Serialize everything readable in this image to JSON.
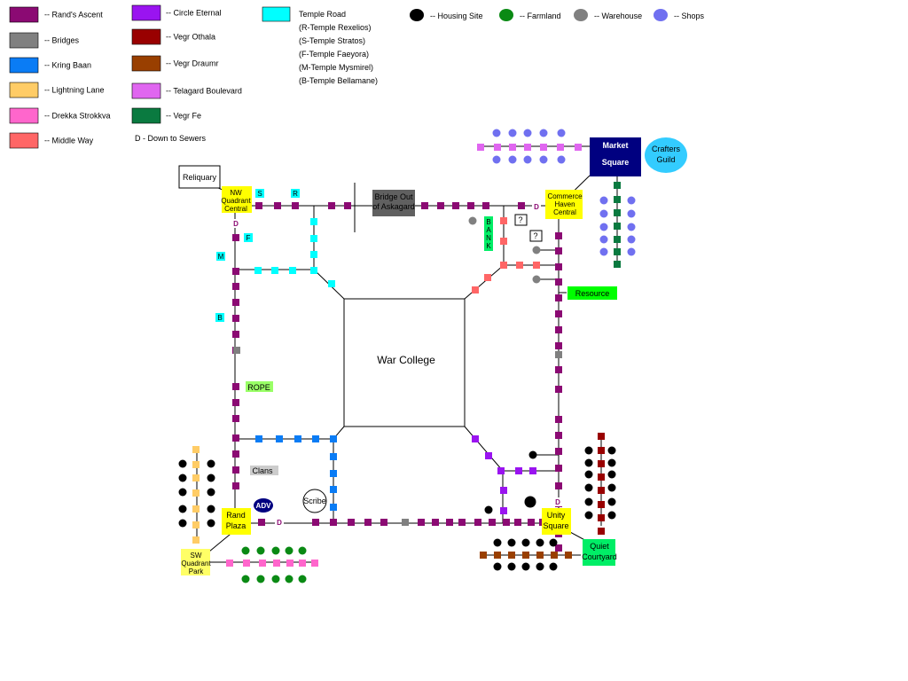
{
  "legend": {
    "roads": [
      {
        "label": "-- Rand's Ascent",
        "color": "#8b0a73"
      },
      {
        "label": "-- Bridges",
        "color": "#808080"
      },
      {
        "label": "-- Kring Baan",
        "color": "#0a7cf5"
      },
      {
        "label": "-- Lightning Lane",
        "color": "#ffcc66"
      },
      {
        "label": "-- Drekka Strokkva",
        "color": "#ff66cc"
      },
      {
        "label": "-- Middle Way",
        "color": "#ff6666"
      },
      {
        "label": "-- Circle Eternal",
        "color": "#9a14f0"
      },
      {
        "label": "-- Vegr Othala",
        "color": "#990000"
      },
      {
        "label": "-- Vegr Draumr",
        "color": "#993f00"
      },
      {
        "label": "-- Telagard Boulevard",
        "color": "#e066f0"
      },
      {
        "label": "-- Vegr Fe",
        "color": "#0a7a40"
      }
    ],
    "sewers_note": "D - Down to Sewers",
    "temple": {
      "label": "Temple Road",
      "color": "#00ffff",
      "lines": [
        "(R-Temple Rexelios)",
        "(S-Temple Stratos)",
        "(F-Temple Faeyora)",
        "(M-Temple Mysmirel)",
        "(B-Temple Bellamane)"
      ]
    },
    "sites": [
      {
        "label": "-- Housing Site",
        "color": "#000000"
      },
      {
        "label": "-- Farmland",
        "color": "#0a8a14"
      },
      {
        "label": "-- Warehouse",
        "color": "#808080"
      },
      {
        "label": "-- Shops",
        "color": "#7070f0"
      }
    ]
  },
  "places": {
    "war_college": "War College",
    "market_square": [
      "Market",
      "Square"
    ],
    "crafters_guild": [
      "Crafters",
      "Guild"
    ],
    "reliquary": "Reliquary",
    "nw_quadrant": [
      "NW",
      "Quadrant",
      "Central"
    ],
    "bridge_out": [
      "Bridge Out",
      "of Askagard"
    ],
    "commerce_haven": [
      "Commerce",
      "Haven",
      "Central"
    ],
    "resource": "Resource",
    "bank": [
      "B",
      "A",
      "N",
      "K"
    ],
    "rope": "ROPE",
    "clans": "Clans",
    "scribe": "Scribe",
    "adv": "ADV",
    "rand_plaza": [
      "Rand",
      "Plaza"
    ],
    "sw_quadrant": [
      "SW",
      "Quadrant",
      "Park"
    ],
    "unity_square": [
      "Unity",
      "Square"
    ],
    "quiet_courtyard": [
      "Quiet",
      "Courtyard"
    ],
    "question_mark": "?",
    "sewer_d": "D",
    "temples": {
      "S": "S",
      "R": "R",
      "F": "F",
      "M": "M",
      "B": "B"
    }
  }
}
